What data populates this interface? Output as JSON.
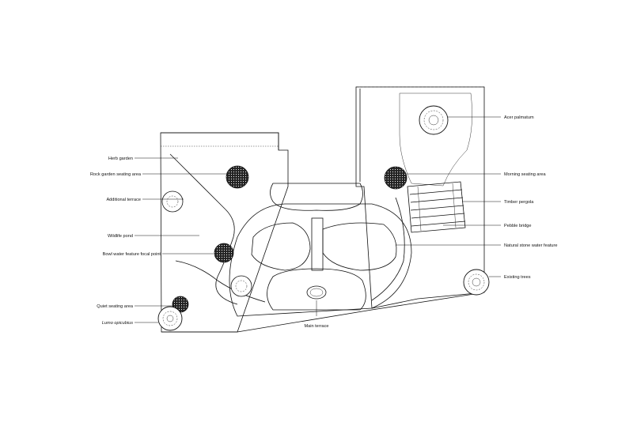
{
  "plan": {
    "labels_left": [
      "Herb garden",
      "Rock garden seating area",
      "Additional terrace",
      "Wildlife pond",
      "Bowl water feature focal point",
      "Quiet seating area",
      "Lumo opicubius"
    ],
    "labels_right": [
      "Acer palmatum",
      "Morning seating area",
      "Timber pergola",
      "Pebble bridge",
      "Natural stone water feature",
      "Existing trees"
    ],
    "label_bottom": "Main terrace"
  }
}
